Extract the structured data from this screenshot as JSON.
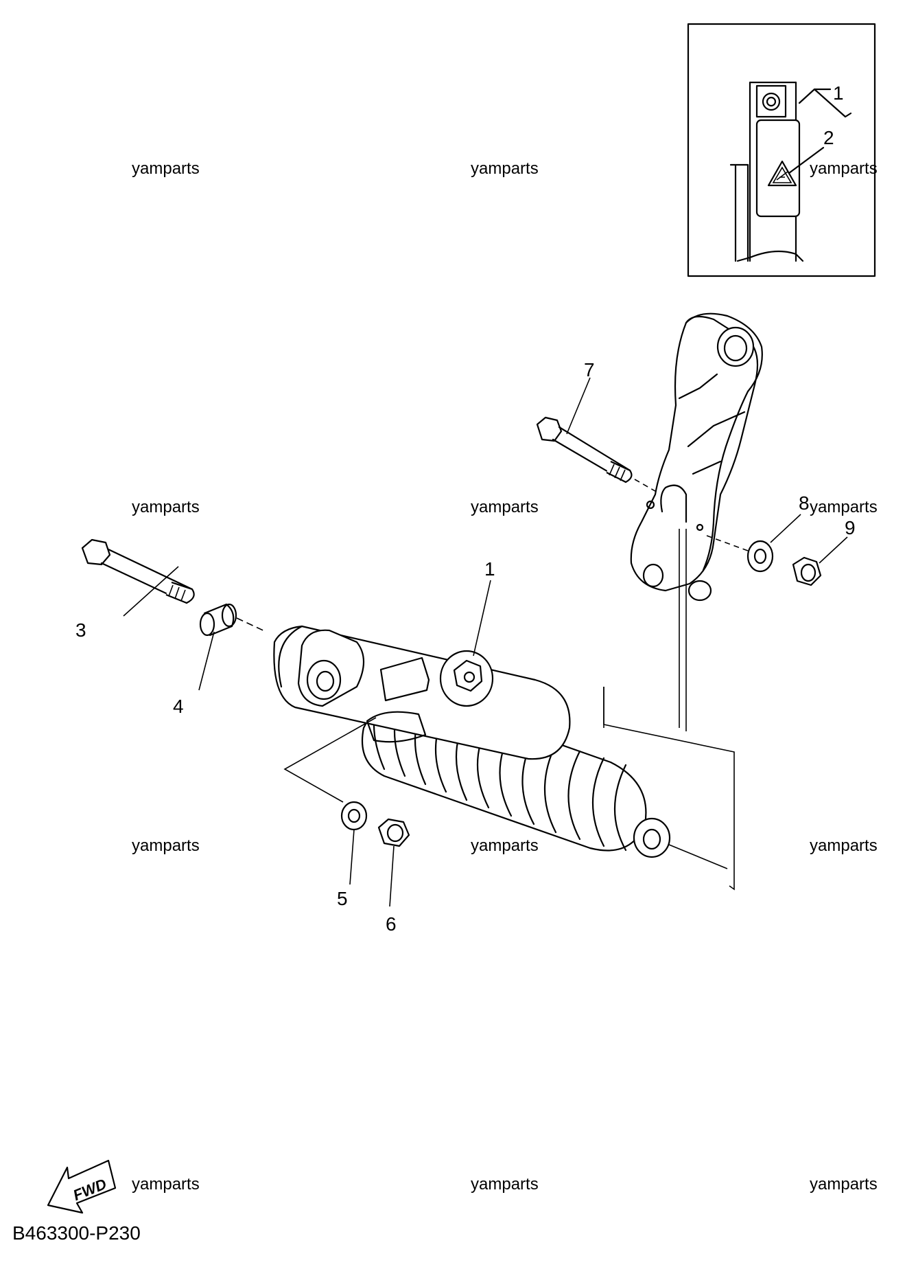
{
  "watermark": "yamparts",
  "diagram_code": "B463300-P230",
  "fwd_label": "FWD",
  "callouts": {
    "c1": "1",
    "c2": "2",
    "c3": "3",
    "c4": "4",
    "c5": "5",
    "c6": "6",
    "c7": "7",
    "c8": "8",
    "c9": "9",
    "inset_1": "1",
    "inset_2": "2"
  }
}
